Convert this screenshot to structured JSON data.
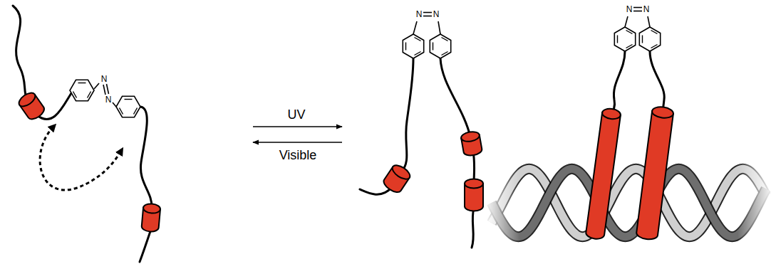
{
  "diagram": {
    "labels": [
      "N",
      "N",
      "UV",
      "Visible",
      "N",
      "N",
      "N",
      "N"
    ]
  }
}
